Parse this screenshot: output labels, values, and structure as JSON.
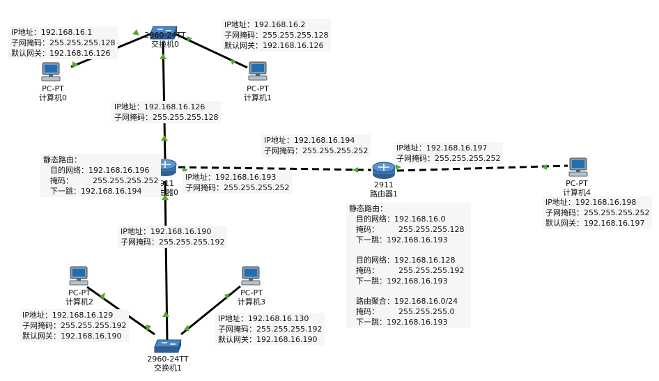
{
  "devices": {
    "pc0": {
      "model": "PC-PT",
      "name": "计算机0"
    },
    "pc1": {
      "model": "PC-PT",
      "name": "计算机1"
    },
    "pc2": {
      "model": "PC-PT",
      "name": "计算机2"
    },
    "pc3": {
      "model": "PC-PT",
      "name": "计算机3"
    },
    "pc4": {
      "model": "PC-PT",
      "name": "计算机4"
    },
    "switch0": {
      "model": "2960-24TT",
      "name": "交换机0"
    },
    "switch1": {
      "model": "2960-24TT",
      "name": "交换机1"
    },
    "router0": {
      "model": "2911",
      "name": "路由器0"
    },
    "router1": {
      "model": "2911",
      "name": "路由器1"
    }
  },
  "labels": {
    "ip": "IP地址：",
    "mask": "子网掩码：",
    "gateway": "默认网关：",
    "static_route": "静态路由：",
    "dest": "目的网络：",
    "mask_short": "掩码：",
    "next_hop": "下一跳：",
    "aggregate": "路由聚合："
  },
  "pc0_cfg": {
    "ip": "192.168.16.1",
    "mask": "255.255.255.128",
    "gw": "192.168.16.126"
  },
  "pc1_cfg": {
    "ip": "192.168.16.2",
    "mask": "255.255.255.128",
    "gw": "192.168.16.126"
  },
  "pc2_cfg": {
    "ip": "192.168.16.129",
    "mask": "255.255.255.192",
    "gw": "192.168.16.190"
  },
  "pc3_cfg": {
    "ip": "192.168.16.130",
    "mask": "255.255.255.192",
    "gw": "192.168.16.190"
  },
  "pc4_cfg": {
    "ip": "192.168.16.198",
    "mask": "255.255.255.252",
    "gw": "192.168.16.197"
  },
  "r0_g0": {
    "ip": "192.168.16.126",
    "mask": "255.255.255.128"
  },
  "r0_g1": {
    "ip": "192.168.16.190",
    "mask": "255.255.255.192"
  },
  "r0_serial": {
    "ip": "192.168.16.193",
    "mask": "255.255.255.252"
  },
  "r1_left": {
    "ip": "192.168.16.194",
    "mask": "255.255.255.252"
  },
  "r1_right": {
    "ip": "192.168.16.197",
    "mask": "255.255.255.252"
  },
  "r0_route": {
    "dest": "192.168.16.196",
    "mask": "255.255.255.252",
    "next": "192.168.16.194"
  },
  "r1_routes": [
    {
      "dest": "192.168.16.0",
      "mask": "255.255.255.128",
      "next": "192.168.16.193"
    },
    {
      "dest": "192.168.16.128",
      "mask": "255.255.255.192",
      "next": "192.168.16.193"
    },
    {
      "dest": "192.168.16.0/24",
      "mask": "255.255.255.0",
      "next": "192.168.16.193"
    }
  ],
  "colors": {
    "link": "#000000",
    "port_up": "#4caf28",
    "label_bg": "#f6f6f6"
  }
}
